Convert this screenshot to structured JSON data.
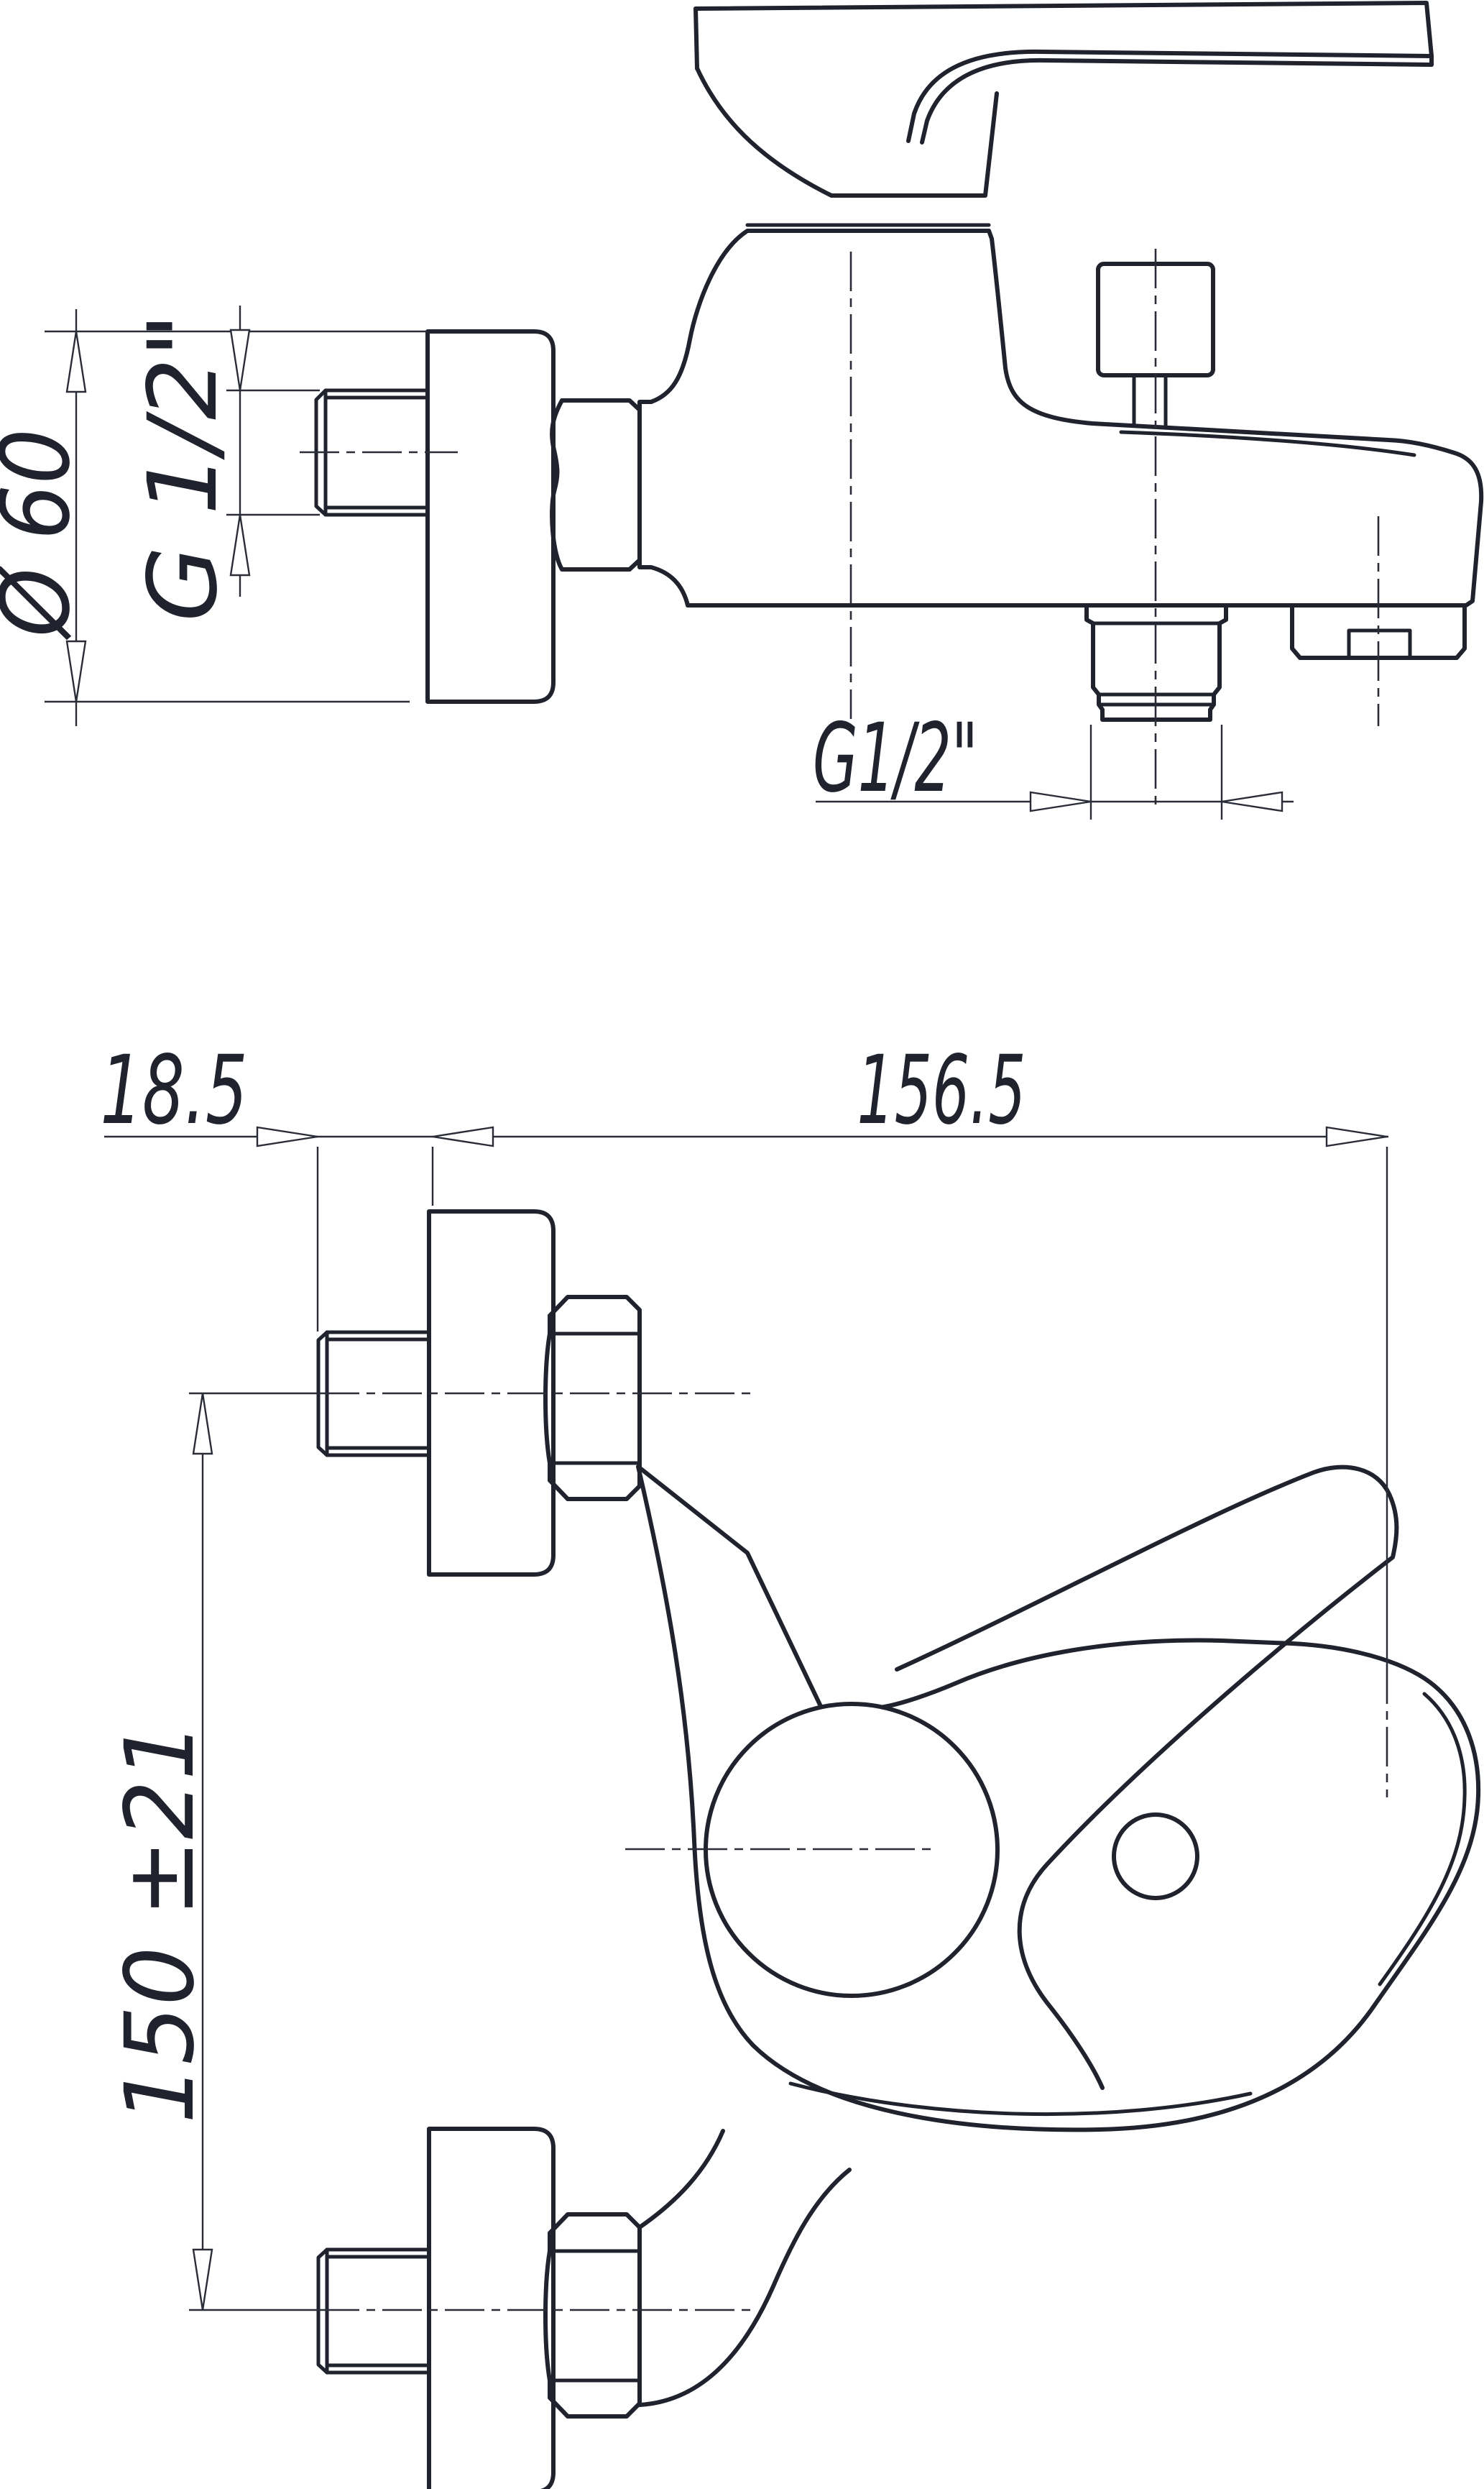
{
  "page": {
    "background": "#ffffff",
    "line_color": "#20222e",
    "drawing_type": "bath shower mixer installation drawing, two orthographic views"
  },
  "side_view": {
    "dim_plate_diameter": "Ø 60",
    "dim_inlet_thread": "G 1/2\"",
    "dim_shower_thread": "G1/2\""
  },
  "plan_view": {
    "dim_nipple_projection": "18.5",
    "dim_spout_reach": "156.5",
    "dim_inlet_spacing": "150 ±21"
  }
}
